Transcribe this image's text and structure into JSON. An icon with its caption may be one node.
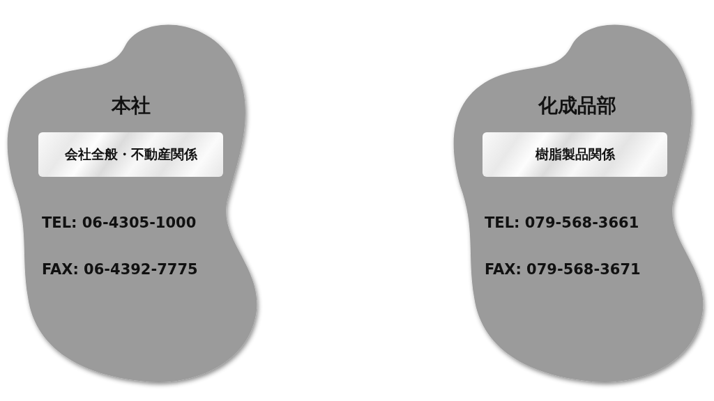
{
  "diagram": {
    "nodes": [
      {
        "text": [
          "本社",
          "TEL: 06-4305-1000",
          "FAX: 06-4392-7775"
        ]
      },
      {
        "text": [
          "会社全般・不動産関係"
        ],
        "in": 0
      },
      {
        "text": [
          "化成品部",
          "TEL: 079-568-3661",
          "FAX: 079-568-3671"
        ]
      },
      {
        "text": [
          "樹脂製品関係"
        ],
        "in": 2
      }
    ]
  }
}
